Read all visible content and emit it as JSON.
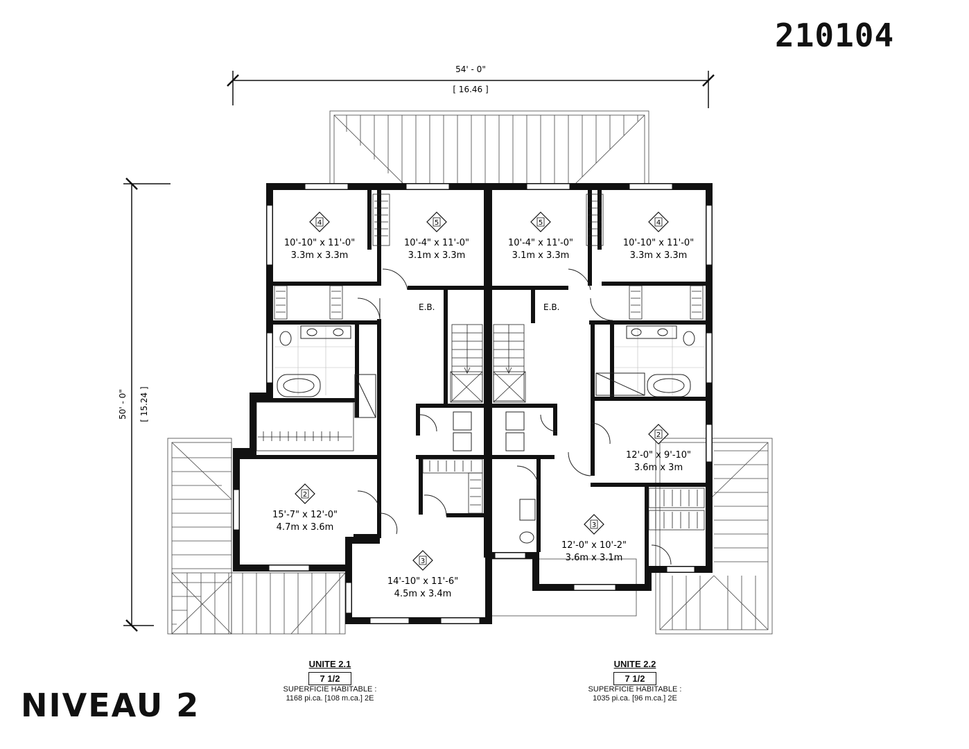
{
  "plan_number": "210104",
  "level_title": "NIVEAU 2",
  "dimensions": {
    "width_imperial": "54' - 0\"",
    "width_metric": "[ 16.46 ]",
    "depth_imperial": "50' - 0\"",
    "depth_metric": "[ 15.24 ]"
  },
  "labels": {
    "electrical_panel": "E.B."
  },
  "rooms": [
    {
      "num": "4",
      "imperial": "10'-10\" x 11'-0\"",
      "metric": "3.3m x 3.3m"
    },
    {
      "num": "5",
      "imperial": "10'-4\" x 11'-0\"",
      "metric": "3.1m x 3.3m"
    },
    {
      "num": "5",
      "imperial": "10'-4\" x 11'-0\"",
      "metric": "3.1m x 3.3m"
    },
    {
      "num": "4",
      "imperial": "10'-10\" x 11'-0\"",
      "metric": "3.3m x 3.3m"
    },
    {
      "num": "2",
      "imperial": "15'-7\" x 12'-0\"",
      "metric": "4.7m x 3.6m"
    },
    {
      "num": "3",
      "imperial": "14'-10\" x 11'-6\"",
      "metric": "4.5m x 3.4m"
    },
    {
      "num": "2",
      "imperial": "12'-0\" x 9'-10\"",
      "metric": "3.6m x 3m"
    },
    {
      "num": "3",
      "imperial": "12'-0\" x 10'-2\"",
      "metric": "3.6m x 3.1m"
    }
  ],
  "units": [
    {
      "name": "UNITE 2.1",
      "type": "7 1/2",
      "area_label": "SUPERFICIE HABITABLE :",
      "area": "1168 pi.ca. [108 m.ca.] 2E"
    },
    {
      "name": "UNITE 2.2",
      "type": "7 1/2",
      "area_label": "SUPERFICIE HABITABLE :",
      "area": "1035 pi.ca. [96 m.ca.] 2E"
    }
  ]
}
